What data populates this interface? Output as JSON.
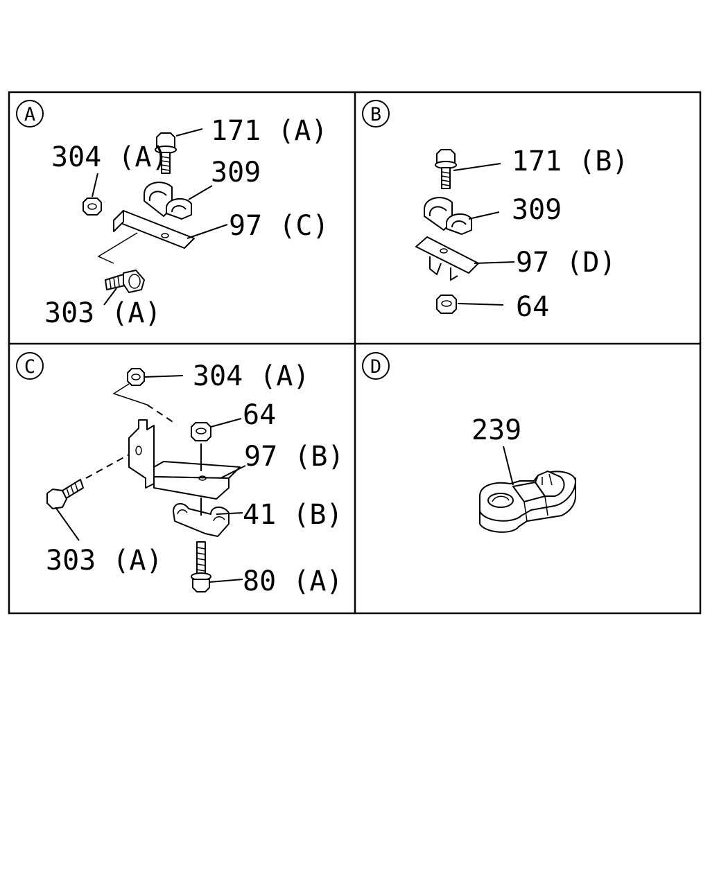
{
  "panels": [
    {
      "id": "A",
      "labels": [
        "171 (A)",
        "304 (A)",
        "309",
        "97 (C)",
        "303 (A)"
      ]
    },
    {
      "id": "B",
      "labels": [
        "171 (B)",
        "309",
        "97 (D)",
        "64"
      ]
    },
    {
      "id": "C",
      "labels": [
        "304 (A)",
        "64",
        "97 (B)",
        "41 (B)",
        "303 (A)",
        "80 (A)"
      ]
    },
    {
      "id": "D",
      "labels": [
        "239"
      ]
    }
  ]
}
